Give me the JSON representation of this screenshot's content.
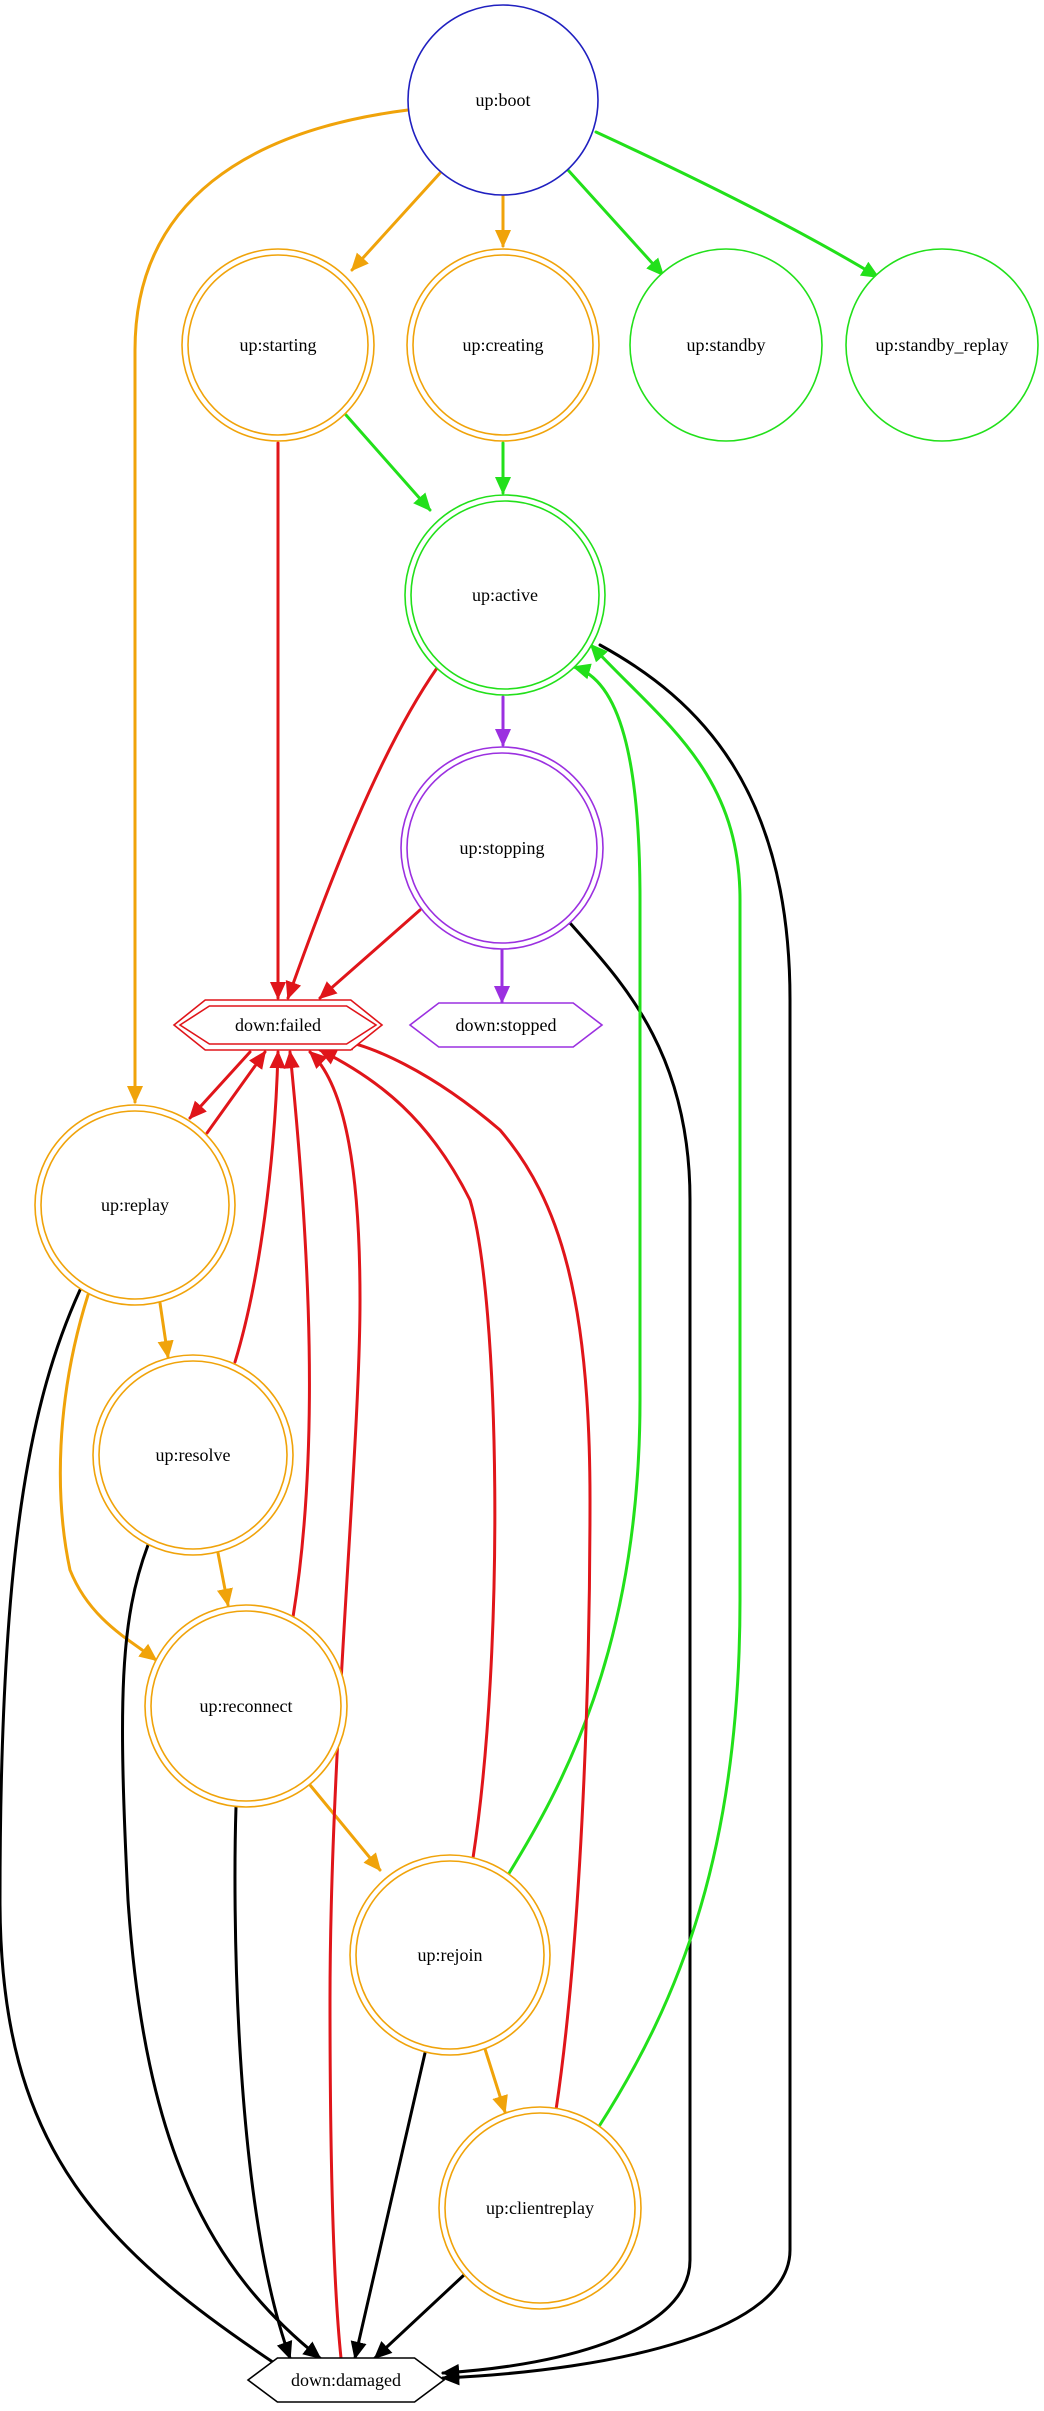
{
  "diagram": {
    "colors": {
      "orange": "#f0a30a",
      "green": "#22e01a",
      "red": "#e0151a",
      "black": "#000000",
      "purple": "#9b30e0",
      "blue": "#2020c0"
    },
    "nodes": [
      {
        "id": "boot",
        "label": "up:boot",
        "shape": "circle",
        "style": "single",
        "color": "blue"
      },
      {
        "id": "starting",
        "label": "up:starting",
        "shape": "circle",
        "style": "double",
        "color": "orange"
      },
      {
        "id": "creating",
        "label": "up:creating",
        "shape": "circle",
        "style": "double",
        "color": "orange"
      },
      {
        "id": "standby",
        "label": "up:standby",
        "shape": "circle",
        "style": "single",
        "color": "green"
      },
      {
        "id": "standby_replay",
        "label": "up:standby_replay",
        "shape": "circle",
        "style": "single",
        "color": "green"
      },
      {
        "id": "active",
        "label": "up:active",
        "shape": "circle",
        "style": "double",
        "color": "green"
      },
      {
        "id": "stopping",
        "label": "up:stopping",
        "shape": "circle",
        "style": "double",
        "color": "purple"
      },
      {
        "id": "failed",
        "label": "down:failed",
        "shape": "hexagon",
        "style": "double",
        "color": "red"
      },
      {
        "id": "stopped",
        "label": "down:stopped",
        "shape": "hexagon",
        "style": "single",
        "color": "purple"
      },
      {
        "id": "replay",
        "label": "up:replay",
        "shape": "circle",
        "style": "double",
        "color": "orange"
      },
      {
        "id": "resolve",
        "label": "up:resolve",
        "shape": "circle",
        "style": "double",
        "color": "orange"
      },
      {
        "id": "reconnect",
        "label": "up:reconnect",
        "shape": "circle",
        "style": "double",
        "color": "orange"
      },
      {
        "id": "rejoin",
        "label": "up:rejoin",
        "shape": "circle",
        "style": "double",
        "color": "orange"
      },
      {
        "id": "clientreplay",
        "label": "up:clientreplay",
        "shape": "circle",
        "style": "double",
        "color": "orange"
      },
      {
        "id": "damaged",
        "label": "down:damaged",
        "shape": "hexagon",
        "style": "single",
        "color": "black"
      }
    ],
    "edges": [
      {
        "from": "boot",
        "to": "starting",
        "color": "orange"
      },
      {
        "from": "boot",
        "to": "creating",
        "color": "orange"
      },
      {
        "from": "boot",
        "to": "standby",
        "color": "green"
      },
      {
        "from": "boot",
        "to": "standby_replay",
        "color": "green"
      },
      {
        "from": "boot",
        "to": "replay",
        "color": "orange"
      },
      {
        "from": "starting",
        "to": "active",
        "color": "green"
      },
      {
        "from": "starting",
        "to": "failed",
        "color": "red"
      },
      {
        "from": "creating",
        "to": "active",
        "color": "green"
      },
      {
        "from": "active",
        "to": "stopping",
        "color": "purple"
      },
      {
        "from": "active",
        "to": "failed",
        "color": "red"
      },
      {
        "from": "active",
        "to": "damaged",
        "color": "black"
      },
      {
        "from": "stopping",
        "to": "failed",
        "color": "red"
      },
      {
        "from": "stopping",
        "to": "stopped",
        "color": "purple"
      },
      {
        "from": "stopping",
        "to": "damaged",
        "color": "black"
      },
      {
        "from": "failed",
        "to": "replay",
        "color": "red"
      },
      {
        "from": "replay",
        "to": "failed",
        "color": "red"
      },
      {
        "from": "replay",
        "to": "resolve",
        "color": "orange"
      },
      {
        "from": "replay",
        "to": "reconnect",
        "color": "orange"
      },
      {
        "from": "replay",
        "to": "damaged",
        "color": "black"
      },
      {
        "from": "resolve",
        "to": "failed",
        "color": "red"
      },
      {
        "from": "resolve",
        "to": "reconnect",
        "color": "orange"
      },
      {
        "from": "resolve",
        "to": "damaged",
        "color": "black"
      },
      {
        "from": "reconnect",
        "to": "failed",
        "color": "red"
      },
      {
        "from": "reconnect",
        "to": "rejoin",
        "color": "orange"
      },
      {
        "from": "reconnect",
        "to": "damaged",
        "color": "black"
      },
      {
        "from": "rejoin",
        "to": "failed",
        "color": "red"
      },
      {
        "from": "rejoin",
        "to": "active",
        "color": "green"
      },
      {
        "from": "rejoin",
        "to": "clientreplay",
        "color": "orange"
      },
      {
        "from": "rejoin",
        "to": "damaged",
        "color": "black"
      },
      {
        "from": "clientreplay",
        "to": "failed",
        "color": "red"
      },
      {
        "from": "clientreplay",
        "to": "active",
        "color": "green"
      },
      {
        "from": "clientreplay",
        "to": "damaged",
        "color": "black"
      },
      {
        "from": "damaged",
        "to": "failed",
        "color": "red"
      }
    ]
  }
}
